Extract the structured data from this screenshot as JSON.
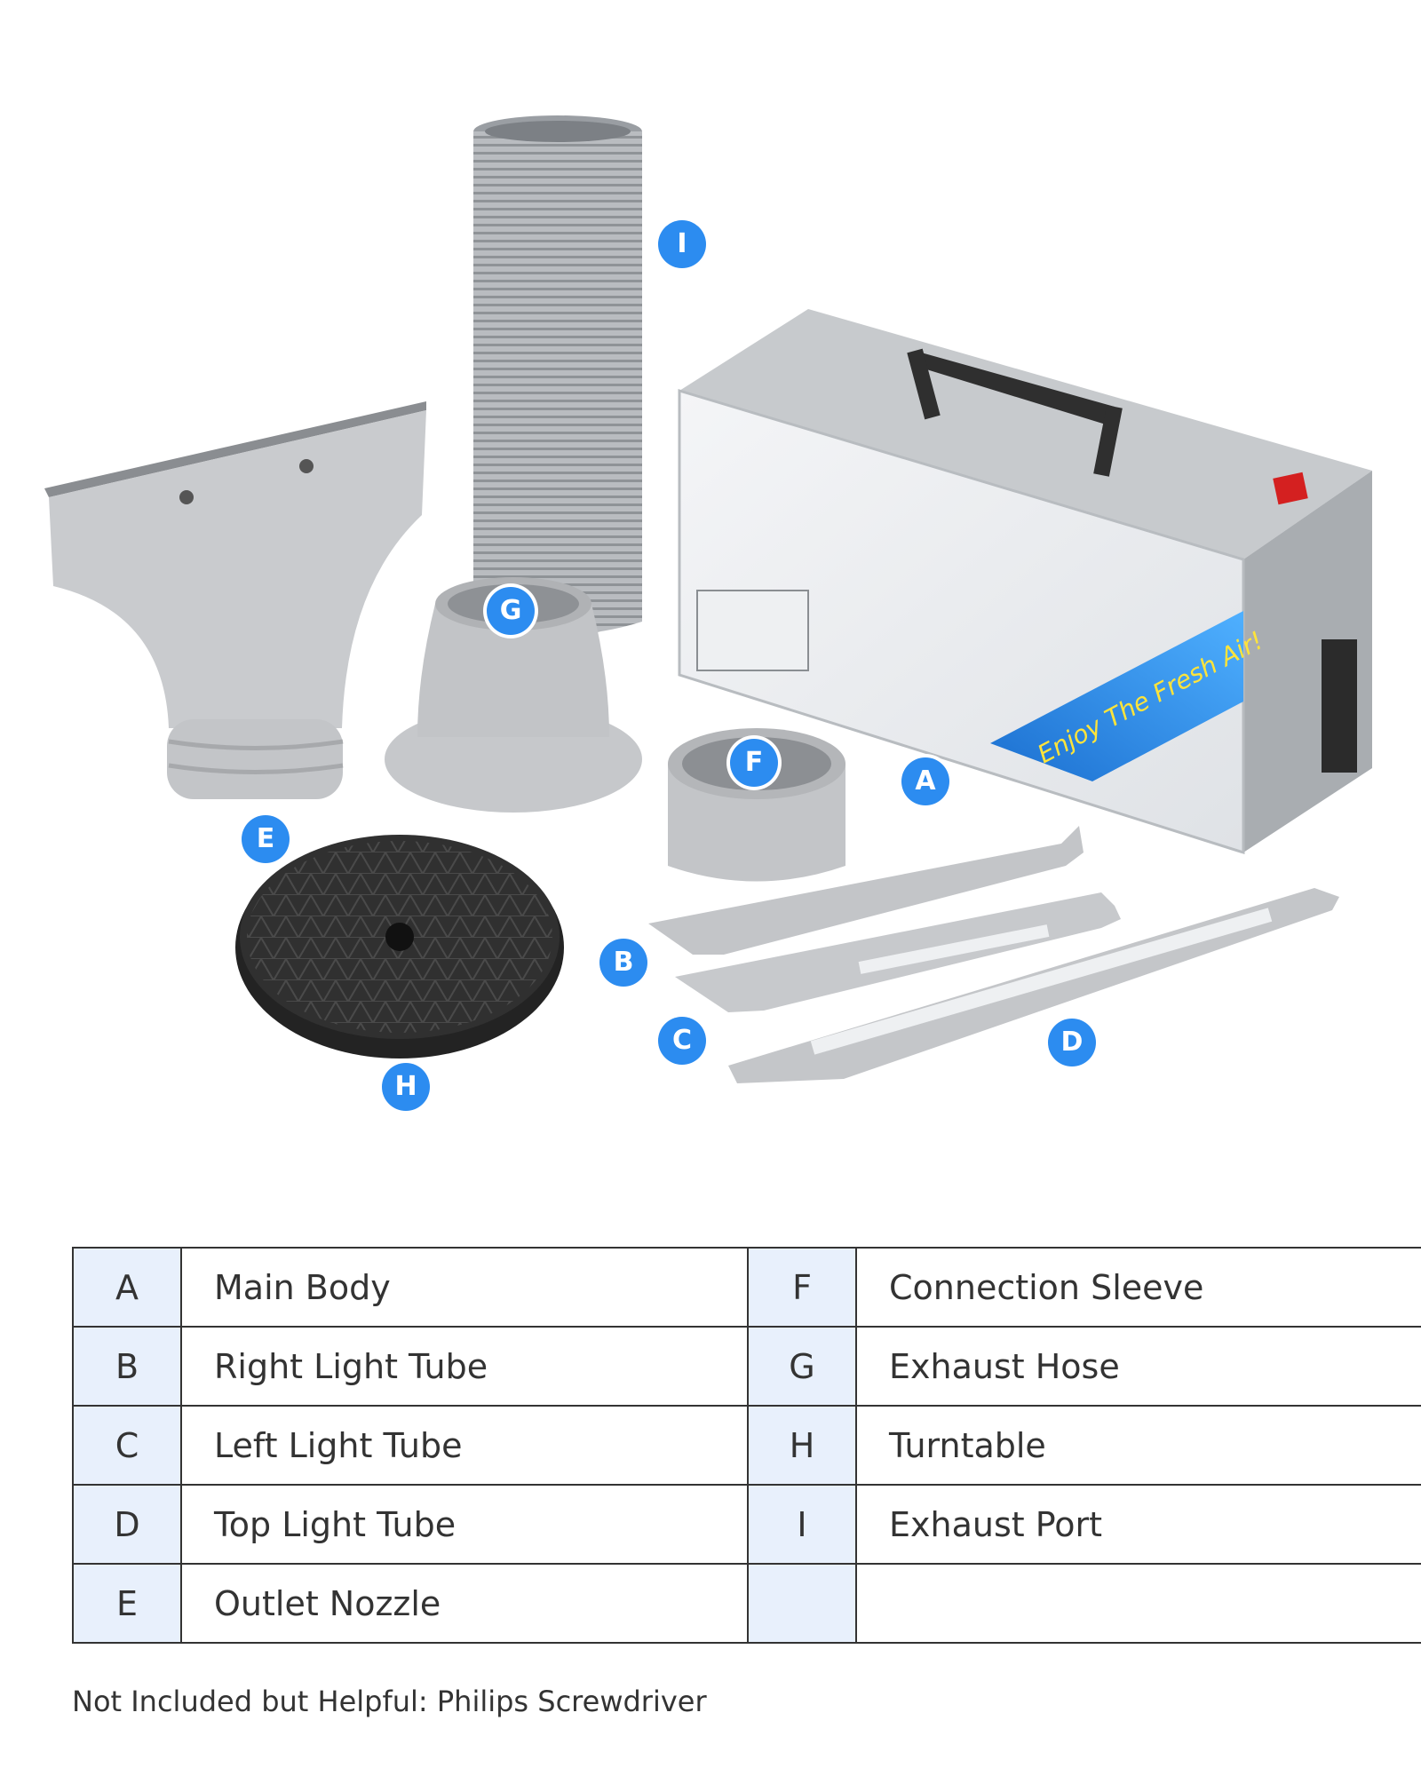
{
  "photo": {
    "booth_sticker_text": "Enjoy The Fresh Air!",
    "callouts": [
      "A",
      "B",
      "C",
      "D",
      "E",
      "F",
      "G",
      "H",
      "I"
    ]
  },
  "parts_table": {
    "rows": [
      {
        "left_key": "A",
        "left_label": "Main Body",
        "right_key": "F",
        "right_label": "Connection Sleeve"
      },
      {
        "left_key": "B",
        "left_label": "Right Light Tube",
        "right_key": "G",
        "right_label": "Exhaust Hose"
      },
      {
        "left_key": "C",
        "left_label": "Left Light Tube",
        "right_key": "H",
        "right_label": "Turntable"
      },
      {
        "left_key": "D",
        "left_label": "Top Light Tube",
        "right_key": "I",
        "right_label": "Exhaust Port"
      },
      {
        "left_key": "E",
        "left_label": "Outlet Nozzle",
        "right_key": "",
        "right_label": ""
      }
    ]
  },
  "note": "Not Included but Helpful: Philips Screwdriver",
  "colors": {
    "badge": "#2c8cf0",
    "key_cell_bg": "#e8f0fc",
    "border": "#333333",
    "text": "#333333"
  }
}
